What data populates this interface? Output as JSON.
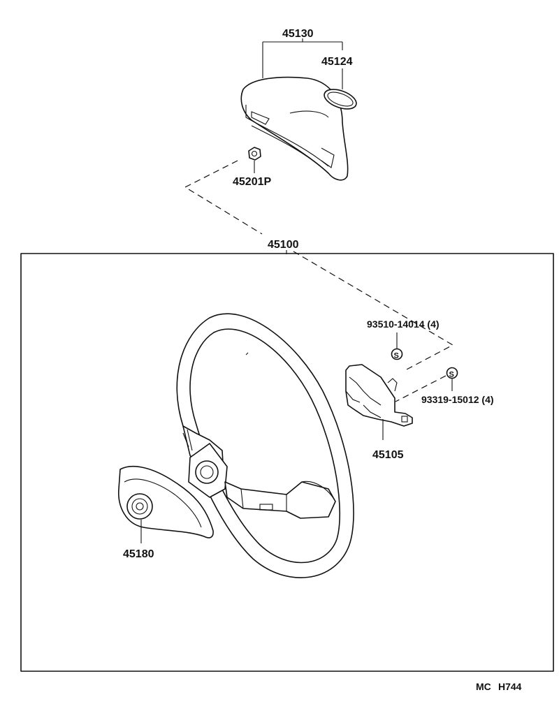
{
  "parts": {
    "horn_pad": "45130",
    "emblem": "45124",
    "nut": "45201P",
    "steering_wheel_assy": "45100",
    "screw_upper": "93510-14014 (4)",
    "screw_lower": "93319-15012 (4)",
    "bracket": "45105",
    "cover": "45180"
  },
  "screw_symbol": "S",
  "footer": {
    "code": "MC",
    "ref": "H744"
  }
}
